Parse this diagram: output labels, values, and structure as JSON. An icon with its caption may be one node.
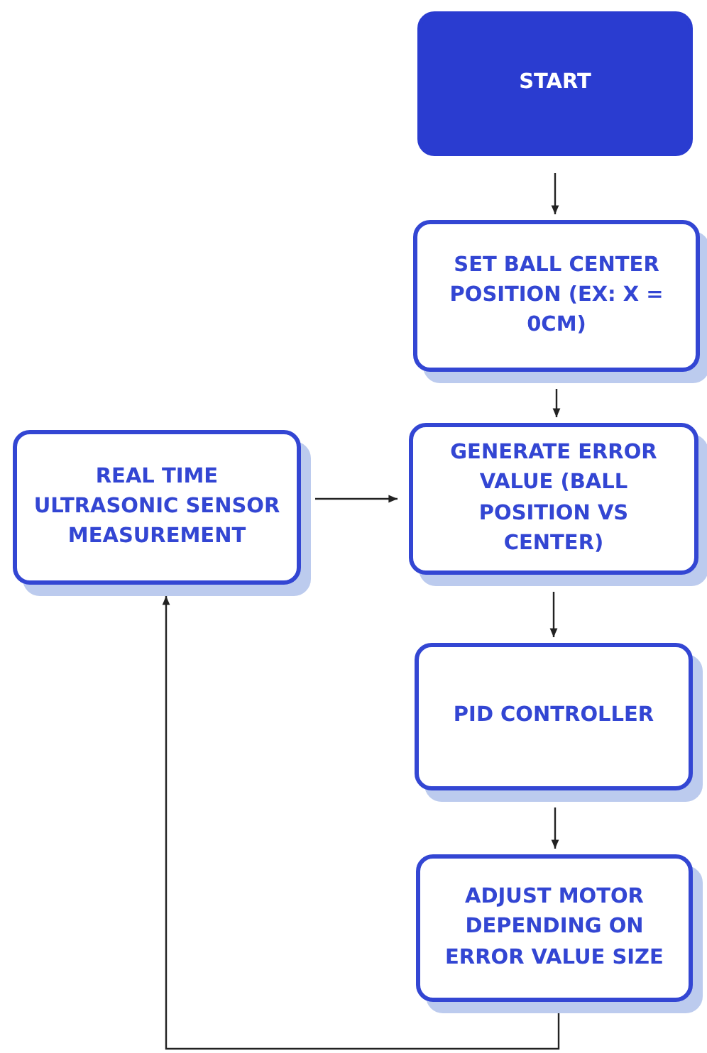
{
  "diagram": {
    "nodes": [
      {
        "text": [
          "START"
        ]
      },
      {
        "text": [
          "SET BALL CENTER POSITION (EX: X = 0CM)"
        ]
      },
      {
        "text": [
          "REAL TIME ULTRASONIC SENSOR MEASUREMENT"
        ]
      },
      {
        "text": [
          "GENERATE ERROR VALUE (BALL POSITION VS CENTER)"
        ]
      },
      {
        "text": [
          "PID CONTROLLER"
        ]
      },
      {
        "text": [
          "ADJUST MOTOR DEPENDING ON ERROR VALUE SIZE"
        ]
      }
    ],
    "edges": [
      {
        "from": 0,
        "to": 1,
        "arrow": "to"
      },
      {
        "from": 1,
        "to": 3,
        "arrow": "to"
      },
      {
        "from": 2,
        "to": 3,
        "arrow": "to"
      },
      {
        "from": 3,
        "to": 4,
        "arrow": "to"
      },
      {
        "from": 4,
        "to": 5,
        "arrow": "to"
      },
      {
        "from": 5,
        "to": 2,
        "arrow": "to"
      }
    ]
  }
}
